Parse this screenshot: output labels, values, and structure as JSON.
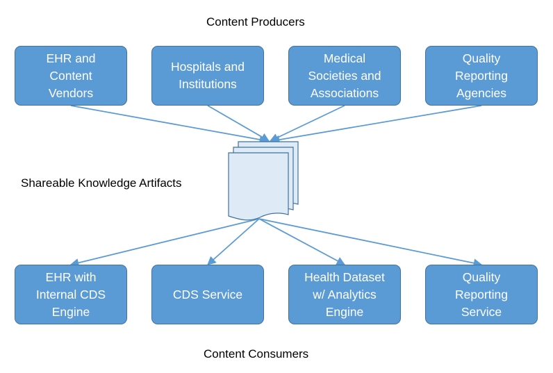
{
  "headings": {
    "producers": "Content Producers",
    "artifacts": "Shareable Knowledge Artifacts",
    "consumers": "Content Consumers"
  },
  "producers": [
    {
      "lines": [
        "EHR and",
        "Content",
        "Vendors"
      ]
    },
    {
      "lines": [
        "Hospitals and",
        "Institutions"
      ]
    },
    {
      "lines": [
        "Medical",
        "Societies and",
        "Associations"
      ]
    },
    {
      "lines": [
        "Quality",
        "Reporting",
        "Agencies"
      ]
    }
  ],
  "consumers": [
    {
      "lines": [
        "EHR with",
        "Internal CDS",
        "Engine"
      ]
    },
    {
      "lines": [
        "CDS Service"
      ]
    },
    {
      "lines": [
        "Health Dataset",
        "w/ Analytics",
        "Engine"
      ]
    },
    {
      "lines": [
        "Quality",
        "Reporting",
        "Service"
      ]
    }
  ],
  "colors": {
    "box_fill": "#5b9bd5",
    "box_border": "#41719c",
    "arrow": "#5b9bd5",
    "document_fill": "#deebf7"
  },
  "icon": "document-stack-icon"
}
